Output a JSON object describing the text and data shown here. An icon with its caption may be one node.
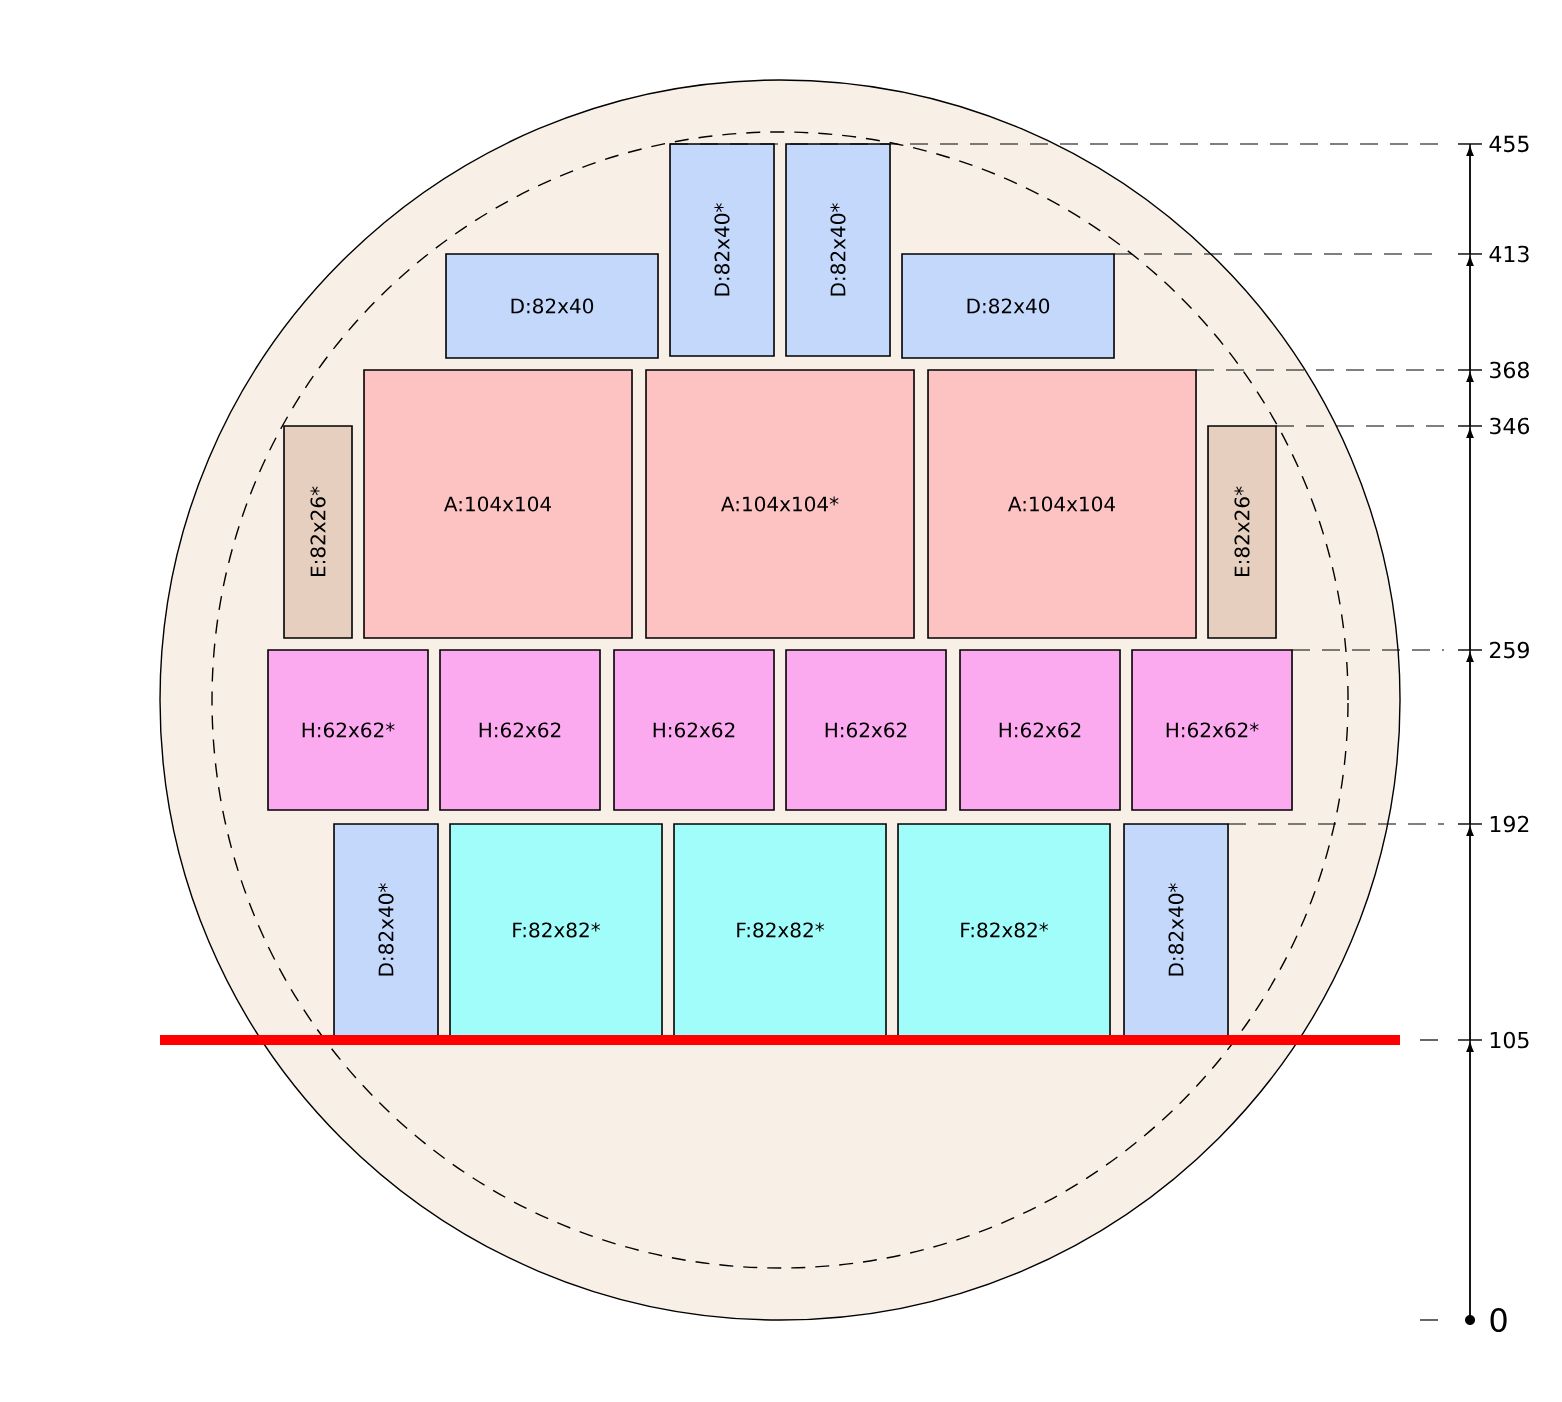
{
  "diagram": {
    "nodes": [
      {
        "text": [],
        "shape": "circle"
      },
      {
        "text": [
          "D:82x40"
        ],
        "in": 0
      },
      {
        "text": [
          "D:82x40*"
        ],
        "in": 0
      },
      {
        "text": [
          "D:82x40*"
        ],
        "in": 0
      },
      {
        "text": [
          "D:82x40"
        ],
        "in": 0
      },
      {
        "text": [
          "E:82x26*"
        ],
        "in": 0
      },
      {
        "text": [
          "A:104x104"
        ],
        "in": 0
      },
      {
        "text": [
          "A:104x104*"
        ],
        "in": 0
      },
      {
        "text": [
          "A:104x104"
        ],
        "in": 0
      },
      {
        "text": [
          "E:82x26*"
        ],
        "in": 0
      },
      {
        "text": [
          "H:62x62*"
        ],
        "in": 0
      },
      {
        "text": [
          "H:62x62"
        ],
        "in": 0
      },
      {
        "text": [
          "H:62x62"
        ],
        "in": 0
      },
      {
        "text": [
          "H:62x62"
        ],
        "in": 0
      },
      {
        "text": [
          "H:62x62"
        ],
        "in": 0
      },
      {
        "text": [
          "H:62x62*"
        ],
        "in": 0
      },
      {
        "text": [
          "D:82x40*"
        ],
        "in": 0
      },
      {
        "text": [
          "F:82x82*"
        ],
        "in": 0
      },
      {
        "text": [
          "F:82x82*"
        ],
        "in": 0
      },
      {
        "text": [
          "F:82x82*"
        ],
        "in": 0
      },
      {
        "text": [
          "D:82x40*"
        ],
        "in": 0
      }
    ],
    "edges": [],
    "labels": [
      "455",
      "413",
      "368",
      "346",
      "259",
      "192",
      "105",
      "0"
    ]
  }
}
